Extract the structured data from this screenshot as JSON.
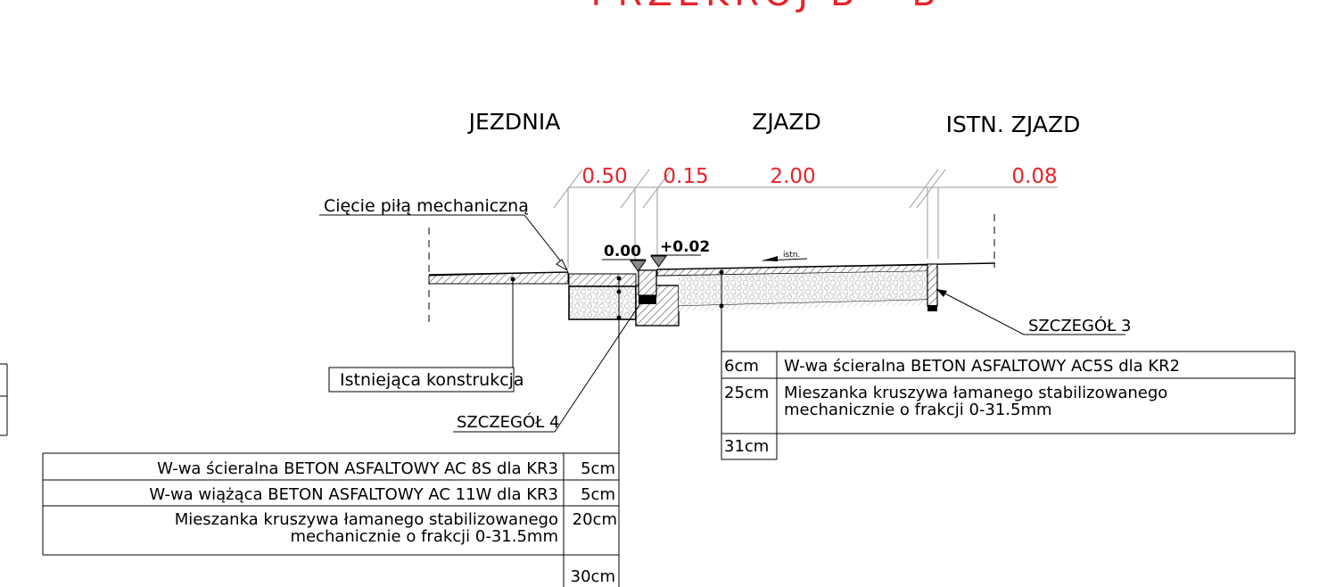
{
  "title": "PRZEKRÓJ B - B",
  "colors": {
    "title": "#e8232a",
    "dimension": "#e8232a",
    "lines": "#000000",
    "dimension_lines": "#9a9a9a",
    "aggregate": "#cfcfcf",
    "hatch": "#555555"
  },
  "sections": {
    "left": "JEZDNIA",
    "center": "ZJAZD",
    "right": "ISTN. ZJAZD"
  },
  "dimensions": [
    "0.50",
    "0.15",
    "2.00",
    "0.08"
  ],
  "levels": {
    "left": "0.00",
    "right": "+0.02"
  },
  "slope_label": "istn.",
  "callouts": {
    "saw_cut": "Cięcie piłą mechaniczną",
    "existing": "Istniejąca konstrukcja",
    "detail_3": "SZCZEGÓŁ 3",
    "detail_4": "SZCZEGÓŁ 4"
  },
  "layers_right": {
    "rows": [
      {
        "depth": "6cm",
        "desc": [
          "W-wa ścieralna BETON ASFALTOWY AC5S dla KR2"
        ]
      },
      {
        "depth": "25cm",
        "desc": [
          "Mieszanka kruszywa łamanego stabilizowanego",
          "mechanicznie o frakcji 0-31.5mm"
        ]
      }
    ],
    "total": "31cm"
  },
  "layers_left": {
    "rows": [
      {
        "depth": "5cm",
        "desc": [
          "W-wa ścieralna BETON ASFALTOWY AC 8S dla KR3"
        ]
      },
      {
        "depth": "5cm",
        "desc": [
          "W-wa wiążąca BETON ASFALTOWY AC 11W dla KR3"
        ]
      },
      {
        "depth": "20cm",
        "desc": [
          "Mieszanka kruszywa łamanego stabilizowanego",
          "mechanicznie o frakcji 0-31.5mm"
        ]
      }
    ],
    "total": "30cm"
  }
}
